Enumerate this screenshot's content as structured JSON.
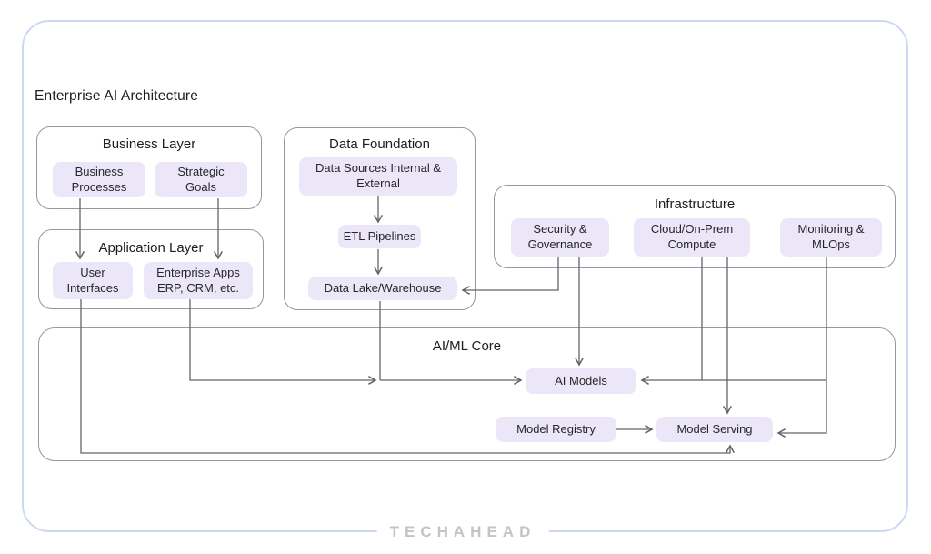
{
  "page": {
    "title": "Enterprise AI Architecture"
  },
  "diagram": {
    "business_layer": {
      "title": "Business Layer",
      "pills": {
        "business_processes": "Business\nProcesses",
        "strategic_goals": "Strategic\nGoals"
      }
    },
    "data_foundation": {
      "title": "Data Foundation",
      "pills": {
        "data_sources": "Data Sources Internal &\nExternal",
        "etl_pipelines": "ETL Pipelines",
        "data_lake": "Data Lake/Warehouse"
      }
    },
    "infrastructure": {
      "title": "Infrastructure",
      "pills": {
        "security_governance": "Security &\nGovernance",
        "cloud_compute": "Cloud/On-Prem\nCompute",
        "monitoring_mlops": "Monitoring &\nMLOps"
      }
    },
    "application_layer": {
      "title": "Application Layer",
      "pills": {
        "user_interfaces": "User\nInterfaces",
        "enterprise_apps": "Enterprise Apps\nERP, CRM, etc."
      }
    },
    "aiml_core": {
      "title": "AI/ML Core",
      "pills": {
        "ai_models": "AI Models",
        "model_registry": "Model Registry",
        "model_serving": "Model Serving"
      }
    }
  },
  "footer": {
    "brand": "TECHAHEAD"
  },
  "colors": {
    "pill_bg": "#ece7f8",
    "box_border": "#96969c",
    "outer_border": "#cdd9f2",
    "connector": "#63636b",
    "text": "#26262b",
    "brand_gray": "#c3c3c8"
  }
}
